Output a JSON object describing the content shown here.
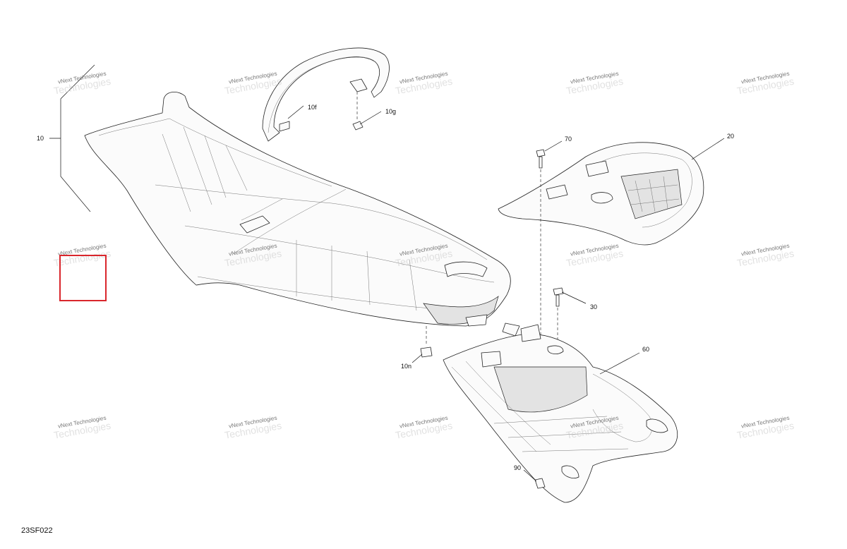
{
  "diagram": {
    "code": "23SF022",
    "callouts": [
      "10",
      "10f",
      "10g",
      "20",
      "70",
      "30",
      "60",
      "10n",
      "90"
    ],
    "watermark": {
      "line1": "vNext Technologies",
      "line2": "Technologies"
    },
    "highlight_color": "#d9262c"
  }
}
